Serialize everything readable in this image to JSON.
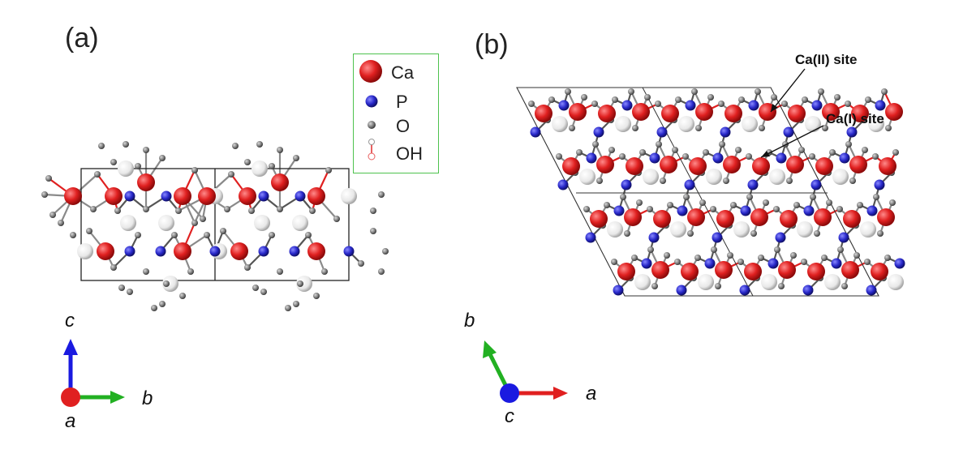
{
  "panels": [
    {
      "label": "(a)"
    },
    {
      "label": "(b)"
    }
  ],
  "legend": {
    "items": [
      {
        "label": "Ca",
        "icon": "large-red-sphere-icon",
        "color": "#e02020"
      },
      {
        "label": "P",
        "icon": "blue-sphere-icon",
        "color": "#2727c8"
      },
      {
        "label": "O",
        "icon": "grey-sphere-icon",
        "color": "#808080"
      },
      {
        "label": "OH",
        "icon": "oh-group-icon",
        "color": "#e86060"
      }
    ]
  },
  "axes_a": {
    "up": "c",
    "right": "b",
    "origin": "a"
  },
  "axes_b": {
    "up": "b",
    "right": "a",
    "origin": "c"
  },
  "annotations": {
    "ca2": "Ca(II) site",
    "ca1": "Ca(I) site"
  },
  "colors": {
    "ca": "#e02020",
    "p": "#2727c8",
    "o": "#808080",
    "axis_red": "#e02020",
    "axis_green": "#22b022",
    "axis_blue": "#1a1ae0",
    "cell": "#222222",
    "legend_border": "#4ec24e"
  }
}
